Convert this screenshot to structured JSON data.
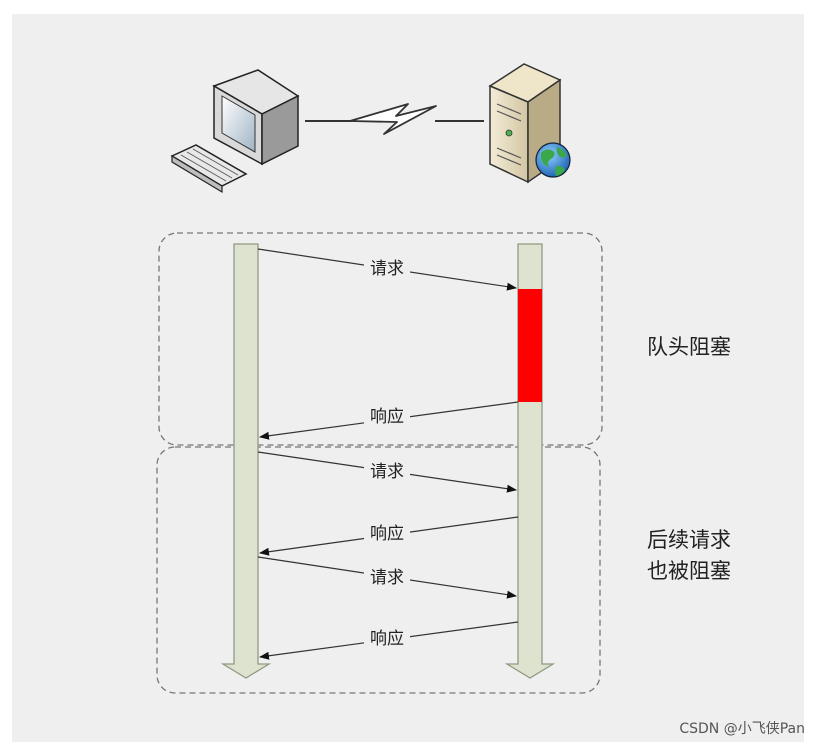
{
  "colors": {
    "panel_bg": "#efefef",
    "lifeline_fill": "#dde3cf",
    "lifeline_stroke": "#8f9a80",
    "blocking_block": "#ff0000",
    "dashed_border": "#777777",
    "arrow": "#333333"
  },
  "icons": {
    "client": "desktop-computer-icon",
    "server": "server-globe-icon",
    "link": "lightning-connection-icon"
  },
  "messages": [
    {
      "label": "请求",
      "direction": "client-to-server",
      "group": 1
    },
    {
      "label": "响应",
      "direction": "server-to-client",
      "group": 1
    },
    {
      "label": "请求",
      "direction": "client-to-server",
      "group": 2
    },
    {
      "label": "响应",
      "direction": "server-to-client",
      "group": 2
    },
    {
      "label": "请求",
      "direction": "client-to-server",
      "group": 2
    },
    {
      "label": "响应",
      "direction": "server-to-client",
      "group": 2
    }
  ],
  "groups": [
    {
      "label_lines": [
        "队头阻塞"
      ]
    },
    {
      "label_lines": [
        "后续请求",
        "也被阻塞"
      ]
    }
  ],
  "watermark": "CSDN @小飞侠Pan"
}
